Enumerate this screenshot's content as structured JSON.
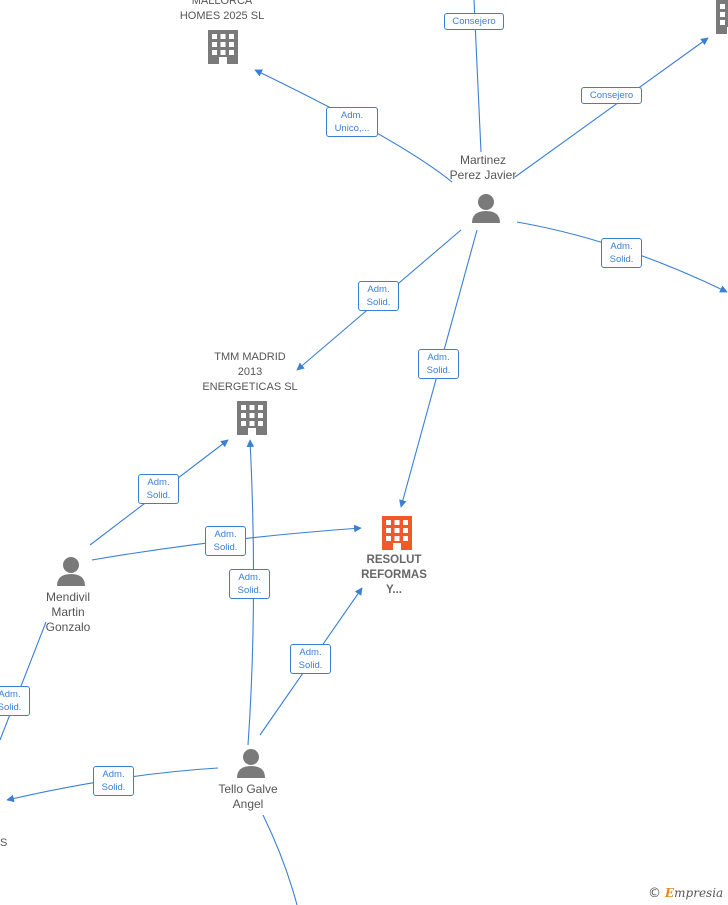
{
  "colors": {
    "edge": "#3b7fd4",
    "company": "#7a7a7a",
    "company_main": "#f05a28",
    "person": "#7a7a7a"
  },
  "nodes": {
    "mallorca": {
      "label_top": "MALLORCA",
      "label_bottom": "HOMES 2025  SL",
      "icon": "building-icon"
    },
    "martinez": {
      "label_1": "Martinez",
      "label_2": "Perez Javier",
      "icon": "person-icon"
    },
    "tmm": {
      "label_1": "TMM MADRID",
      "label_2": "2013",
      "label_3": "ENERGETICAS SL",
      "icon": "building-icon"
    },
    "resolut": {
      "label_1": "RESOLUT",
      "label_2": "REFORMAS",
      "label_3": "Y...",
      "icon": "building-icon"
    },
    "mendivil": {
      "label_1": "Mendivil",
      "label_2": "Martin",
      "label_3": "Gonzalo",
      "icon": "person-icon"
    },
    "tello": {
      "label_1": "Tello Galve",
      "label_2": "Angel",
      "icon": "person-icon"
    },
    "partial_left": {
      "label": "S"
    }
  },
  "edges": {
    "consejero_top": "Consejero",
    "consejero_right": "Consejero",
    "adm_unico": "Adm.\nUnico,...",
    "adm_solid_right": "Adm.\nSolid.",
    "adm_solid_m_tmm": "Adm.\nSolid.",
    "adm_solid_m_res": "Adm.\nSolid.",
    "adm_solid_men_tmm": "Adm.\nSolid.",
    "adm_solid_men_res": "Adm.\nSolid.",
    "adm_solid_tello_tmm": "Adm.\nSolid.",
    "adm_solid_tello_res": "Adm.\nSolid.",
    "adm_solid_men_left": "Adm.\nSolid.",
    "adm_solid_tello_left": "Adm.\nSolid."
  },
  "watermark": {
    "copy": "©",
    "brand_first": "E",
    "brand_rest": "mpresia"
  }
}
